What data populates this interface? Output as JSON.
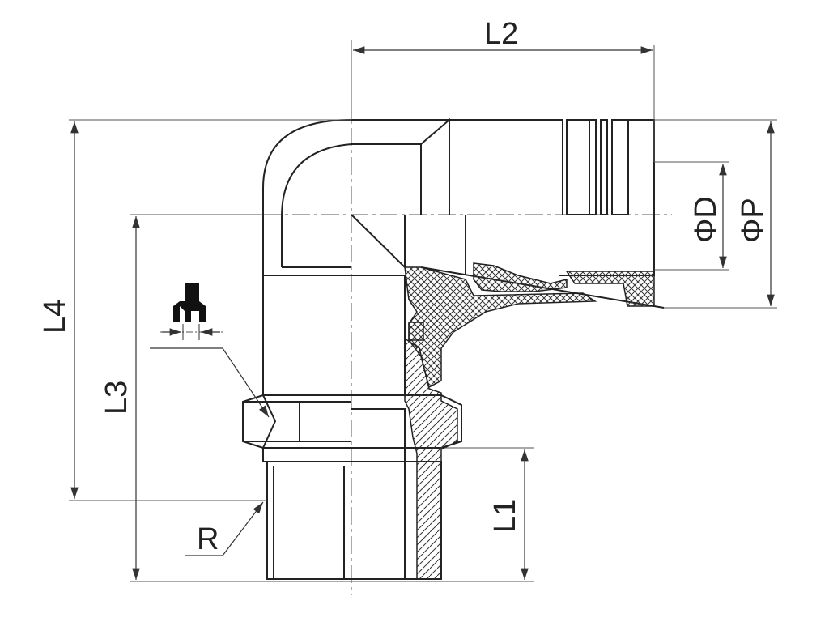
{
  "labels": {
    "l1": "L1",
    "l2": "L2",
    "l3": "L3",
    "l4": "L4",
    "phi_d": "ΦD",
    "phi_p": "ΦP",
    "r": "R"
  },
  "icons": {
    "wrench": "wrench-icon"
  },
  "colors": {
    "line": "#222222",
    "hatch": "#333333",
    "background": "#ffffff"
  }
}
